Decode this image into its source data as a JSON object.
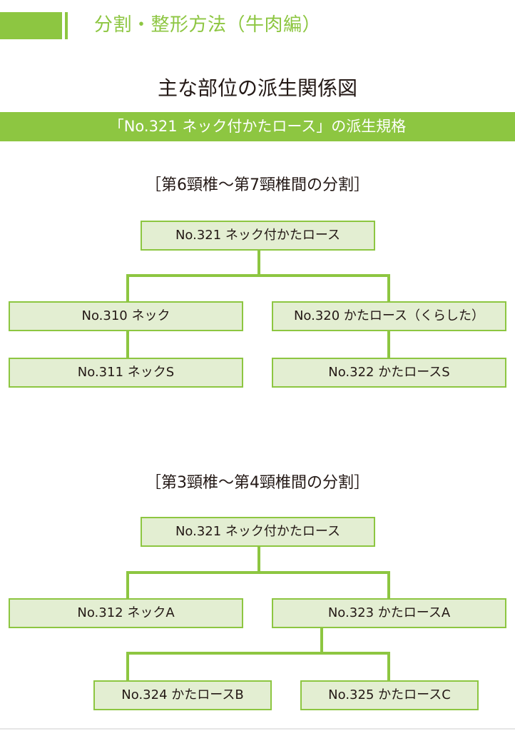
{
  "header": {
    "title": "分割・整形方法（牛肉編）"
  },
  "page_title": "主な部位の派生関係図",
  "banner": "「No.321 ネック付かたロース」の派生規格",
  "section1": {
    "title": "［第6頸椎〜第7頸椎間の分割］",
    "root": "No.321 ネック付かたロース",
    "left_child": "No.310 ネック",
    "right_child": "No.320 かたロース（くらした）",
    "left_grandchild": "No.311 ネックS",
    "right_grandchild": "No.322 かたロースS"
  },
  "section2": {
    "title": "［第3頸椎〜第4頸椎間の分割］",
    "root": "No.321 ネック付かたロース",
    "left_child": "No.312 ネックA",
    "right_child": "No.323 かたロースA",
    "grandchild_b": "No.324 かたロースB",
    "grandchild_c": "No.325 かたロースC"
  },
  "colors": {
    "accent": "#8dc641",
    "node_fill": "#e3eed2",
    "text": "#231815"
  }
}
